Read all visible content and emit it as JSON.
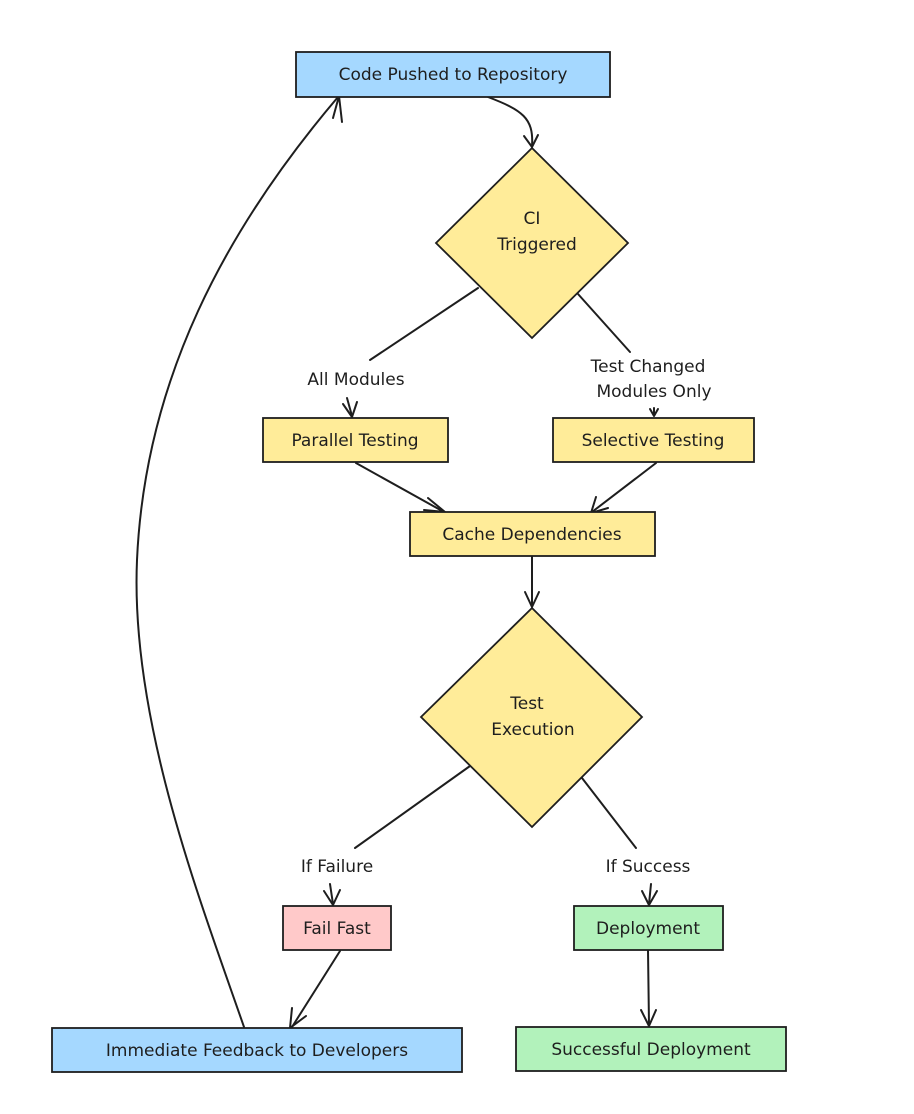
{
  "colors": {
    "blue": "#a5d8ff",
    "yellow": "#ffec99",
    "red": "#ffc9c9",
    "green": "#b2f2bb",
    "stroke": "#1e1e1e"
  },
  "nodes": {
    "code_pushed": "Code Pushed to Repository",
    "ci_triggered": [
      "CI",
      "Triggered"
    ],
    "parallel_testing": "Parallel Testing",
    "selective_testing": "Selective Testing",
    "cache_dependencies": "Cache Dependencies",
    "test_execution": [
      "Test",
      "Execution"
    ],
    "fail_fast": "Fail Fast",
    "deployment": "Deployment",
    "immediate_feedback": "Immediate Feedback to Developers",
    "successful_deployment": "Successful Deployment"
  },
  "edge_labels": {
    "all_modules": "All Modules",
    "test_changed": [
      "Test Changed",
      "Modules Only"
    ],
    "if_failure": "If Failure",
    "if_success": "If Success"
  }
}
